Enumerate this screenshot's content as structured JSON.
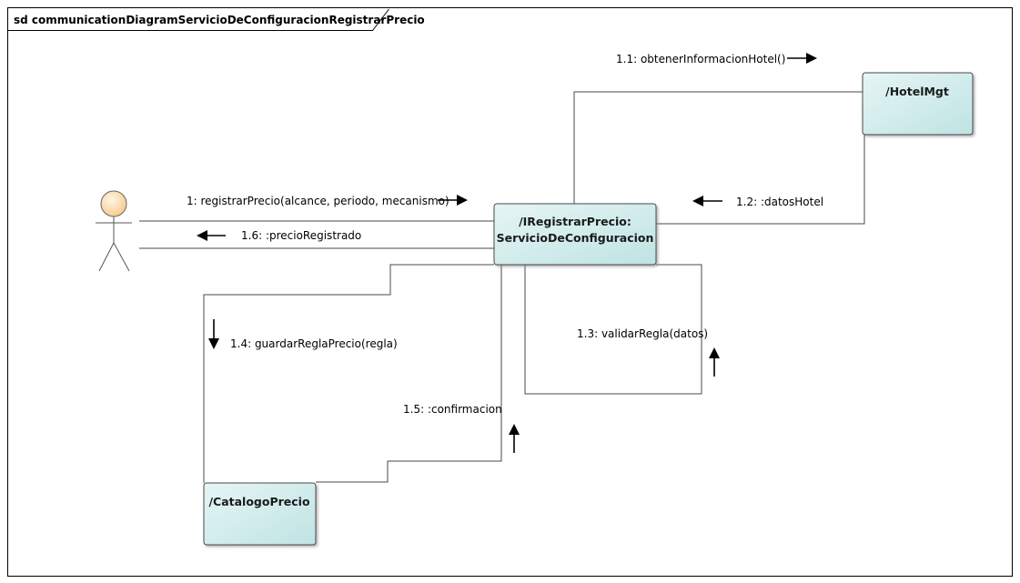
{
  "frame": {
    "title": "sd communicationDiagramServicioDeConfiguracionRegistrarPrecio"
  },
  "nodes": {
    "actor": {
      "label": ""
    },
    "service": {
      "line1": "/IRegistrarPrecio:",
      "line2": "ServicioDeConfiguracion"
    },
    "hotel": {
      "label": "/HotelMgt"
    },
    "catalogo": {
      "label": "/CatalogoPrecio"
    }
  },
  "messages": {
    "m1": "1: registrarPrecio(alcance, periodo, mecanismo)",
    "m1_1": "1.1: obtenerInformacionHotel()",
    "m1_2": "1.2: :datosHotel",
    "m1_3": "1.3: validarRegla(datos)",
    "m1_4": "1.4: guardarReglaPrecio(regla)",
    "m1_5": "1.5: :confirmacion",
    "m1_6": "1.6: :precioRegistrado"
  },
  "colors": {
    "node_fill": "#d4ecec",
    "node_stroke": "#4a4a4a",
    "actor_fill": "#fde2b8",
    "frame_stroke": "#000000"
  }
}
